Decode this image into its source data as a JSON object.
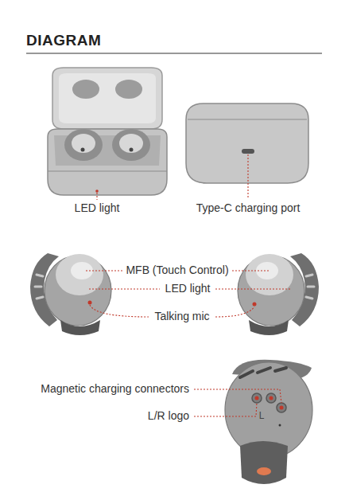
{
  "diagram": {
    "title": "DIAGRAM",
    "labels": [
      "LED light",
      "Type-C charging port",
      "MFB (Touch Control)",
      "LED light",
      "Talking mic",
      "Magnetic charging connectors",
      "L/R logo",
      "L"
    ]
  }
}
